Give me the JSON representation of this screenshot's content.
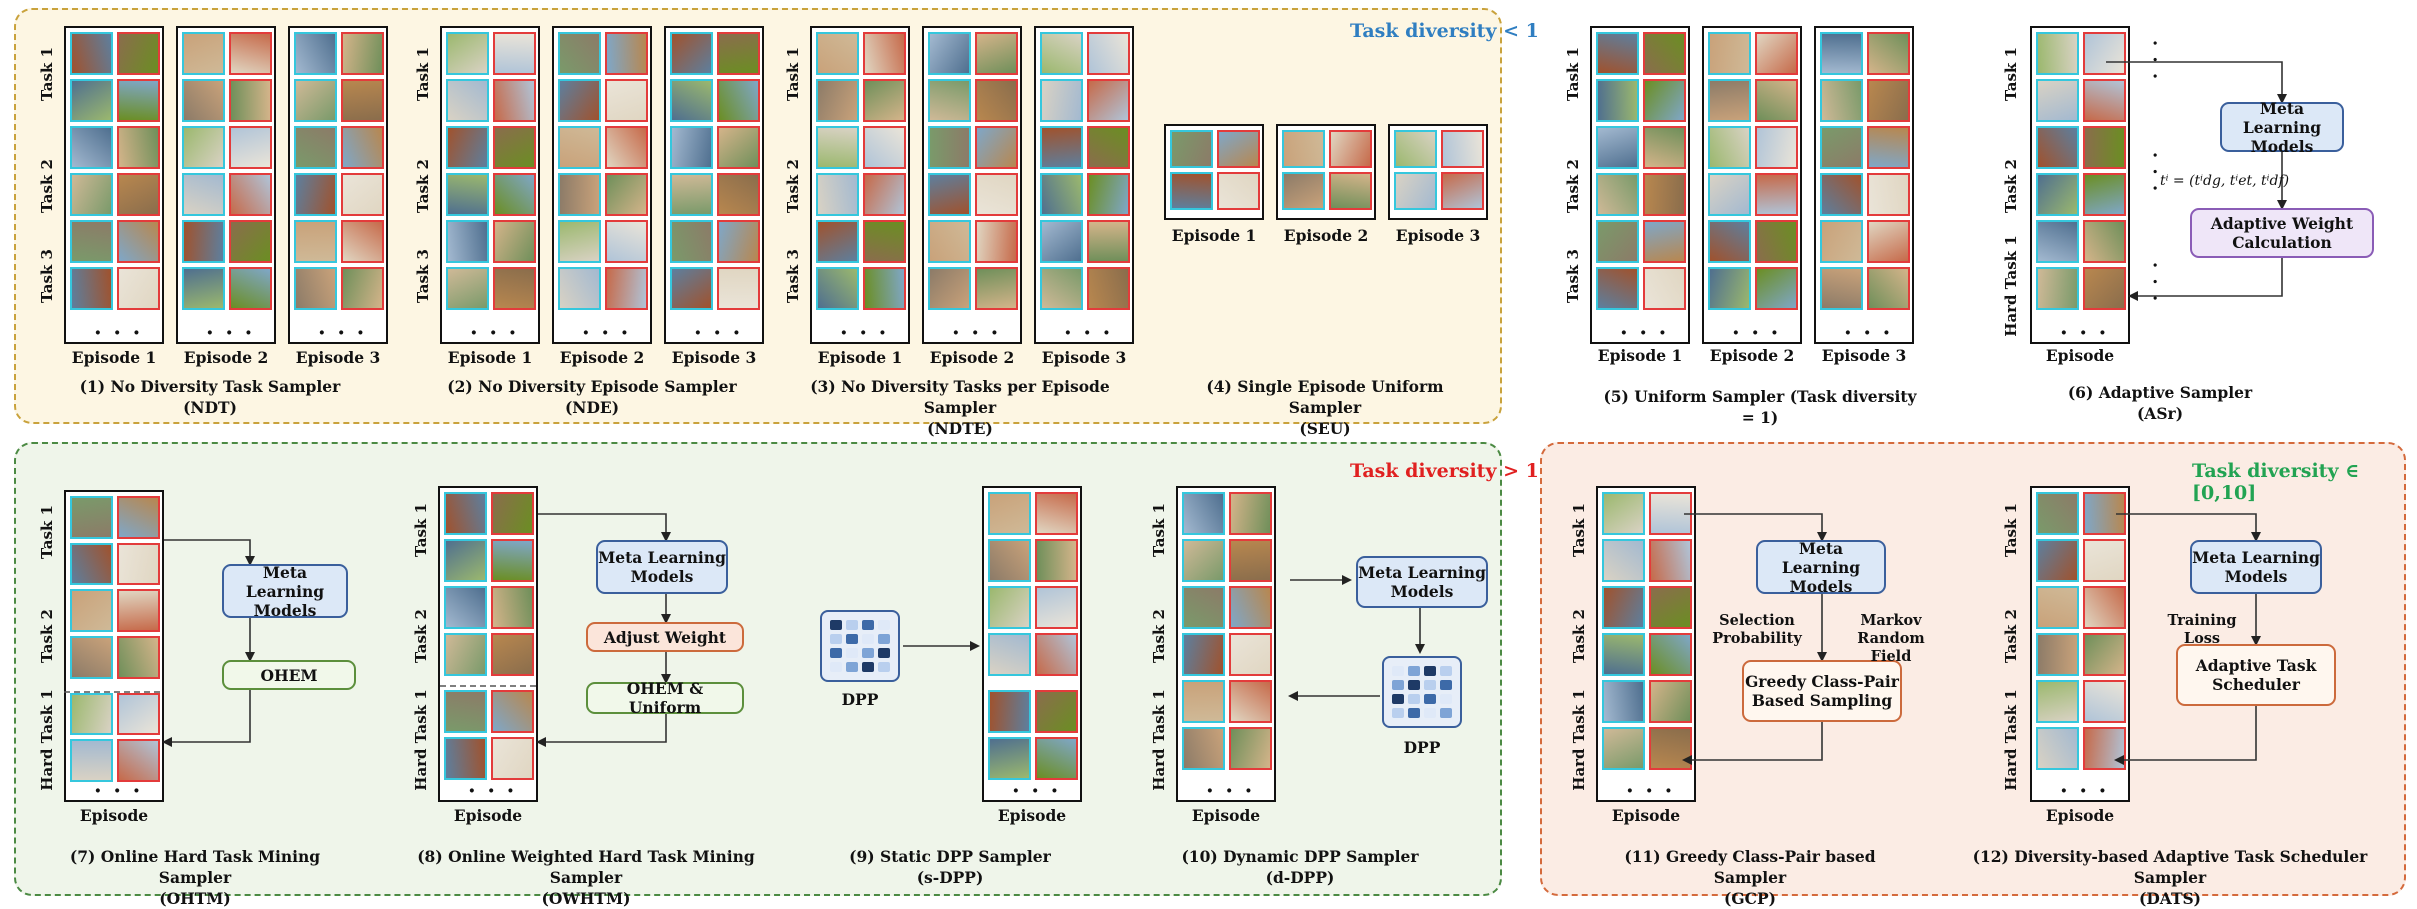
{
  "colors": {
    "task_diversity_lt1": "#2f7ec1",
    "task_diversity_gt1": "#e02020",
    "task_diversity_range": "#22a352",
    "cyan_frame": "#35c7dd",
    "red_frame": "#e33b3b",
    "top_bg": "#fdf6e3",
    "bl_bg": "#eff5ea",
    "br_bg": "#fbece4"
  },
  "panels": {
    "top_badge": "Task diversity < 1",
    "bottom_left_badge": "Task diversity > 1",
    "bottom_right_badge": "Task diversity ∈ [0,10]"
  },
  "labels": {
    "task1": "Task 1",
    "task2": "Task 2",
    "task3": "Task 3",
    "hard_task1": "Hard Task 1",
    "episode": "Episode",
    "episode1": "Episode 1",
    "episode2": "Episode 2",
    "episode3": "Episode 3",
    "dots": "· · ·",
    "dpp": "DPP"
  },
  "samplers": {
    "s1": {
      "line1": "(1) No Diversity Task Sampler",
      "line2": "(NDT)"
    },
    "s2": {
      "line1": "(2) No Diversity Episode Sampler",
      "line2": "(NDE)"
    },
    "s3": {
      "line1": "(3) No Diversity Tasks per Episode Sampler",
      "line2": "(NDTE)"
    },
    "s4": {
      "line1": "(4) Single Episode Uniform Sampler",
      "line2": "(SEU)"
    },
    "s5": {
      "line1": "(5) Uniform Sampler (Task diversity = 1)",
      "line2": ""
    },
    "s6": {
      "line1": "(6) Adaptive Sampler",
      "line2": "(ASr)"
    },
    "s7": {
      "line1": "(7) Online Hard Task Mining Sampler",
      "line2": "(OHTM)"
    },
    "s8": {
      "line1": "(8) Online Weighted Hard Task Mining Sampler",
      "line2": "(OWHTM)"
    },
    "s9": {
      "line1": "(9) Static DPP Sampler",
      "line2": "(s-DPP)"
    },
    "s10": {
      "line1": "(10) Dynamic DPP Sampler",
      "line2": "(d-DPP)"
    },
    "s11": {
      "line1": "(11) Greedy Class-Pair based Sampler",
      "line2": "(GCP)"
    },
    "s12": {
      "line1": "(12) Diversity-based Adaptive Task Scheduler Sampler",
      "line2": "(DATS)"
    }
  },
  "boxes": {
    "meta_line1": "Meta Learning",
    "meta_line2": "Models",
    "adaptive_weight_line1": "Adaptive Weight",
    "adaptive_weight_line2": "Calculation",
    "ohem": "OHEM",
    "adjust_weight": "Adjust Weight",
    "ohem_uniform": "OHEM & Uniform",
    "greedy_line1": "Greedy Class-Pair",
    "greedy_line2": "Based Sampling",
    "ats_line1": "Adaptive Task",
    "ats_line2": "Scheduler"
  },
  "edges": {
    "formula": "tⁱ = (tⁱdg, tⁱet, tⁱdf)",
    "selection_line1": "Selection",
    "selection_line2": "Probability",
    "markov_line1": "Markov",
    "markov_line2": "Random Field",
    "training_loss": "Training Loss"
  }
}
